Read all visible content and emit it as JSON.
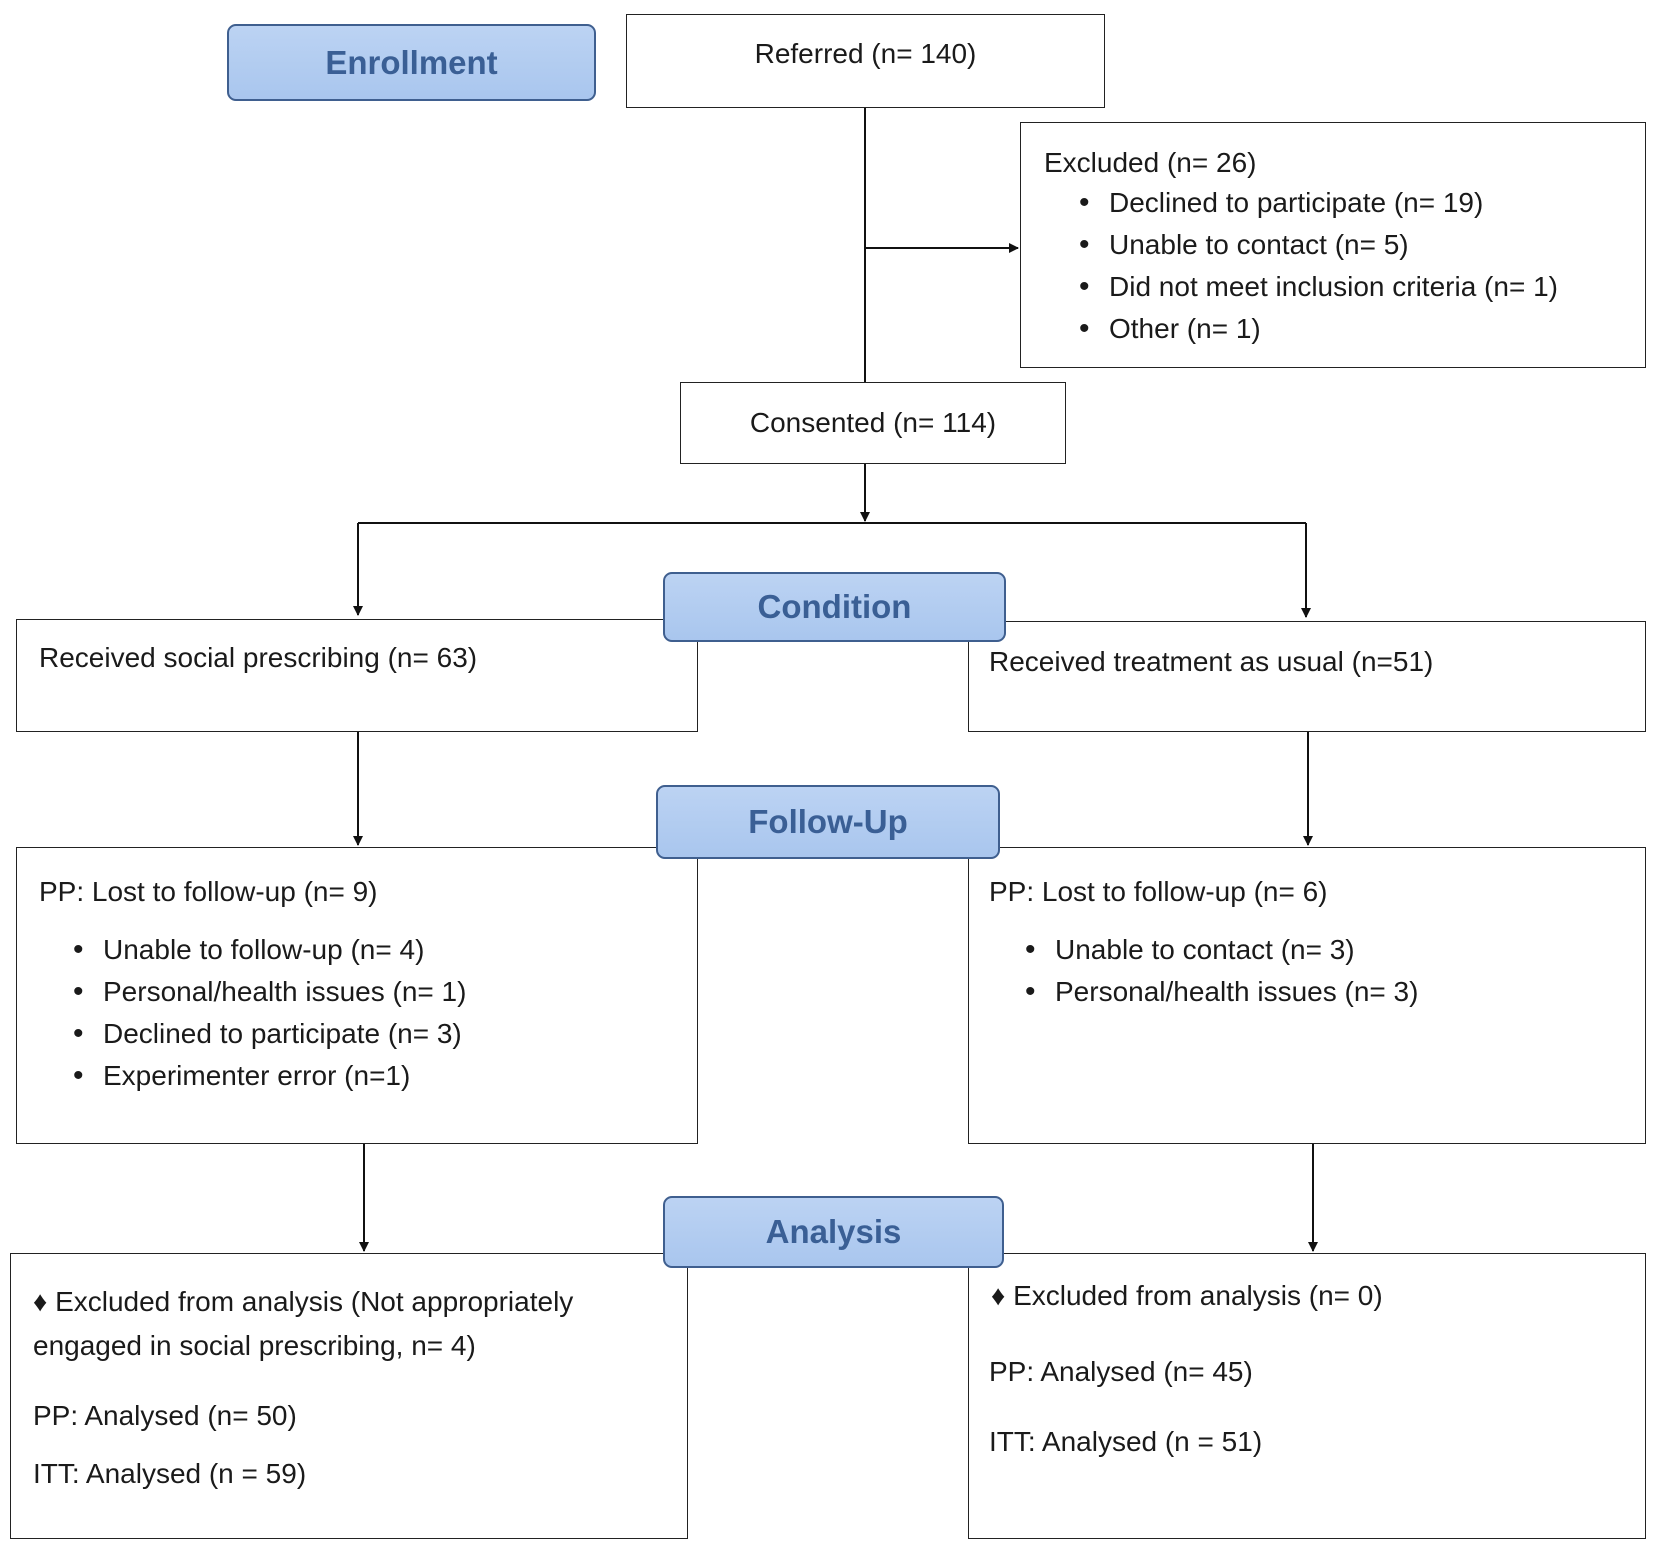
{
  "stages": {
    "enrollment": "Enrollment",
    "condition": "Condition",
    "followup": "Follow-Up",
    "analysis": "Analysis"
  },
  "referred": "Referred (n= 140)",
  "excluded": {
    "title": "Excluded (n= 26)",
    "items": [
      "Declined to participate (n= 19)",
      "Unable to contact (n= 5)",
      "Did not meet inclusion criteria (n= 1)",
      "Other (n= 1)"
    ]
  },
  "consented": "Consented (n= 114)",
  "arms": {
    "left": {
      "received": "Received social prescribing (n= 63)",
      "lost_title": "PP: Lost to follow-up (n= 9)",
      "lost_items": [
        "Unable to follow-up (n= 4)",
        "Personal/health issues (n= 1)",
        "Declined to participate (n= 3)",
        "Experimenter error (n=1)"
      ],
      "excluded_analysis": "♦ Excluded from analysis (Not appropriately engaged in social prescribing, n= 4)",
      "pp": "PP: Analysed (n= 50)",
      "itt": "ITT: Analysed (n = 59)"
    },
    "right": {
      "received": "Received treatment as usual (n=51)",
      "lost_title": "PP: Lost to follow-up (n= 6)",
      "lost_items": [
        "Unable to contact (n= 3)",
        "Personal/health issues (n= 3)"
      ],
      "excluded_analysis": "♦ Excluded from analysis (n= 0)",
      "pp": "PP: Analysed (n= 45)",
      "itt": "ITT: Analysed (n = 51)"
    }
  }
}
